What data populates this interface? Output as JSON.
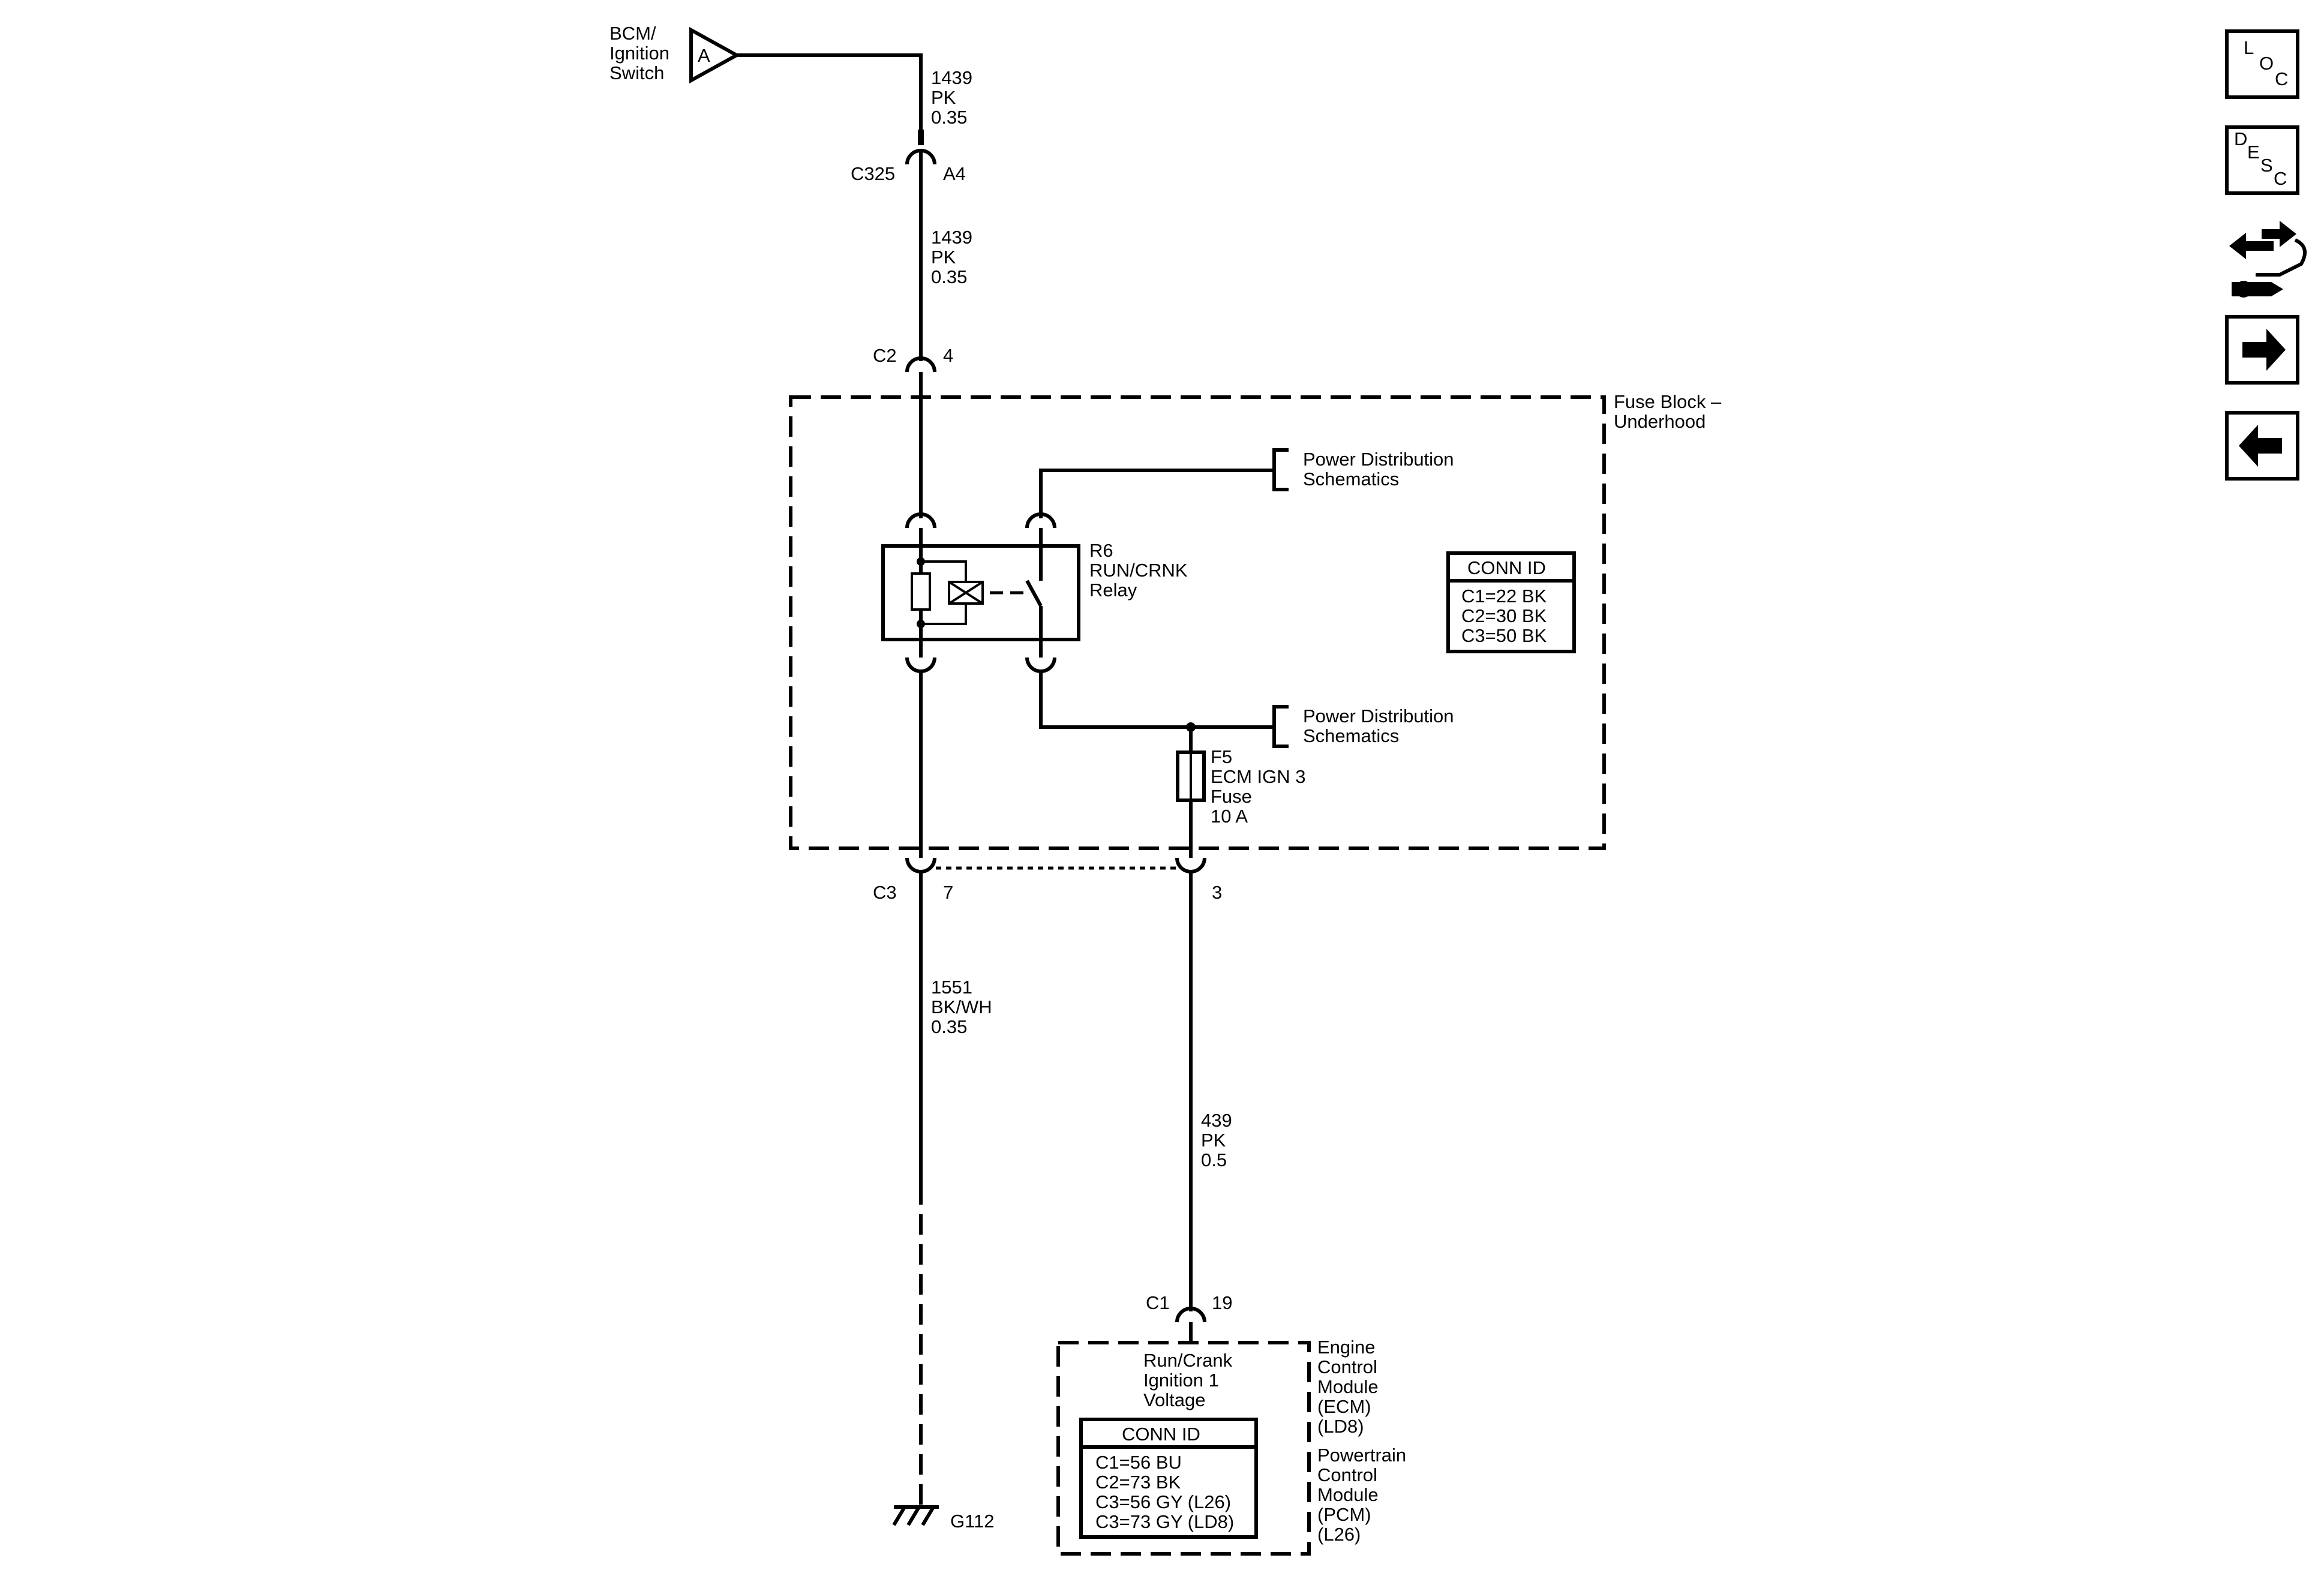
{
  "source": {
    "label_lines": [
      "BCM/",
      "Ignition",
      "Switch"
    ],
    "connector_letter": "A"
  },
  "wire_1439_top": {
    "circuit": "1439",
    "color": "PK",
    "size": "0.35"
  },
  "connector_c325": {
    "name": "C325",
    "pin": "A4"
  },
  "wire_1439_mid": {
    "circuit": "1439",
    "color": "PK",
    "size": "0.35"
  },
  "connector_c2": {
    "name": "C2",
    "pin": "4"
  },
  "fuse_block": {
    "label_lines": [
      "Fuse Block –",
      "Underhood"
    ],
    "conn_id": {
      "title": "CONN ID",
      "rows": [
        "C1=22 BK",
        "C2=30 BK",
        "C3=50 BK"
      ]
    }
  },
  "power_distribution_top": {
    "lines": [
      "Power Distribution",
      "Schematics"
    ]
  },
  "power_distribution_bottom": {
    "lines": [
      "Power Distribution",
      "Schematics"
    ]
  },
  "relay": {
    "lines": [
      "R6",
      "RUN/CRNK",
      "Relay"
    ]
  },
  "fuse": {
    "lines": [
      "F5",
      "ECM IGN 3",
      "Fuse",
      "10 A"
    ]
  },
  "connector_c3": {
    "name": "C3",
    "pin_left": "7",
    "pin_right": "3"
  },
  "wire_1551": {
    "circuit": "1551",
    "color": "BK/WH",
    "size": "0.35"
  },
  "wire_439": {
    "circuit": "439",
    "color": "PK",
    "size": "0.5"
  },
  "ground": {
    "label": "G112"
  },
  "connector_c1": {
    "name": "C1",
    "pin": "19"
  },
  "ecm": {
    "signal_lines": [
      "Run/Crank",
      "Ignition 1",
      "Voltage"
    ],
    "module_lines": [
      "Engine",
      "Control",
      "Module",
      "(ECM)",
      "(LD8)",
      "Powertrain",
      "Control",
      "Module",
      "(PCM)",
      "(L26)"
    ],
    "conn_id": {
      "title": "CONN ID",
      "rows": [
        "C1=56 BU",
        "C2=73 BK",
        "C3=56 GY (L26)",
        "C3=73 GY (LD8)"
      ]
    }
  },
  "nav": {
    "loc_letters": [
      "L",
      "O",
      "C"
    ],
    "desc_letters": [
      "D",
      "E",
      "S",
      "C"
    ]
  }
}
